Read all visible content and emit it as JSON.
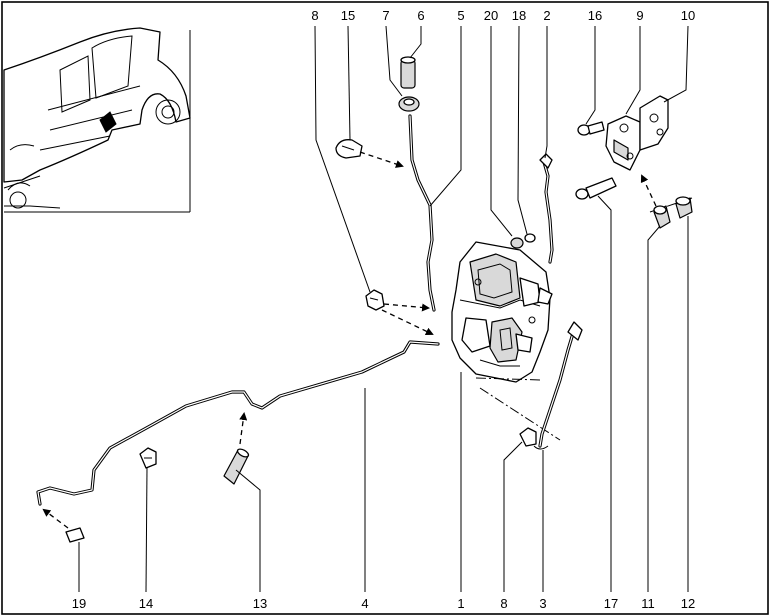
{
  "diagram": {
    "callouts_top": [
      "8",
      "15",
      "7",
      "6",
      "5",
      "20",
      "18",
      "2",
      "16",
      "9",
      "10"
    ],
    "callouts_bottom": [
      "19",
      "14",
      "13",
      "4",
      "1",
      "8",
      "3",
      "17",
      "11",
      "12"
    ]
  }
}
